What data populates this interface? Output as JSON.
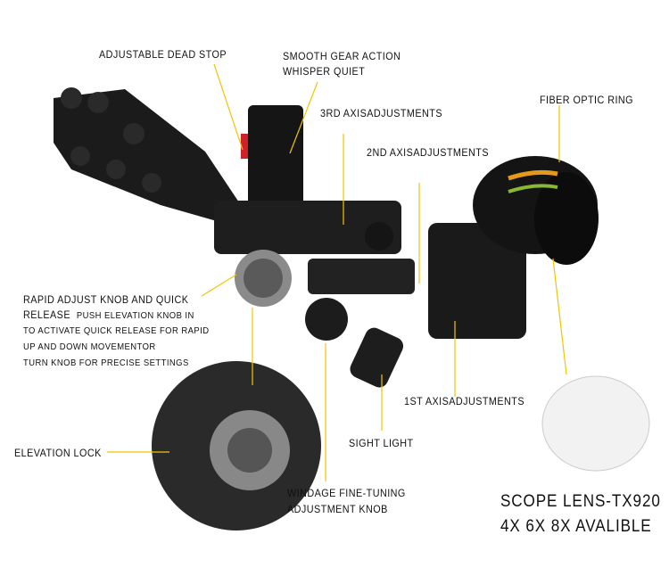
{
  "labels": {
    "dead_stop": "ADJUSTABLE DEAD STOP",
    "gear_1": "SMOOTH GEAR ACTION",
    "gear_2": "WHISPER QUIET",
    "axis3": "3RD AXISADJUSTMENTS",
    "axis2": "2ND AXISADJUSTMENTS",
    "fiber": "FIBER OPTIC RING",
    "rapid_1": "RAPID ADJUST KNOB AND QUICK",
    "rapid_2a": "RELEASE",
    "rapid_2b": "PUSH ELEVATION KNOB IN",
    "rapid_3": "TO ACTIVATE QUICK RELEASE FOR RAPID",
    "rapid_4": "UP AND DOWN MOVEMENTOR",
    "rapid_5": "TURN KNOB FOR PRECISE SETTINGS",
    "axis1": "1ST AXISADJUSTMENTS",
    "sight_light": "SIGHT LIGHT",
    "elevation_lock": "ELEVATION LOCK",
    "windage_1": "WINDAGE FINE-TUNING",
    "windage_2": "ADJUSTMENT KNOB",
    "lens_1": "SCOPE LENS-TX920",
    "lens_2": "4X 6X 8X AVALIBLE"
  },
  "colors": {
    "leader": "#f2c500",
    "product": "#1a1a1a",
    "accent": "#d0202a"
  }
}
